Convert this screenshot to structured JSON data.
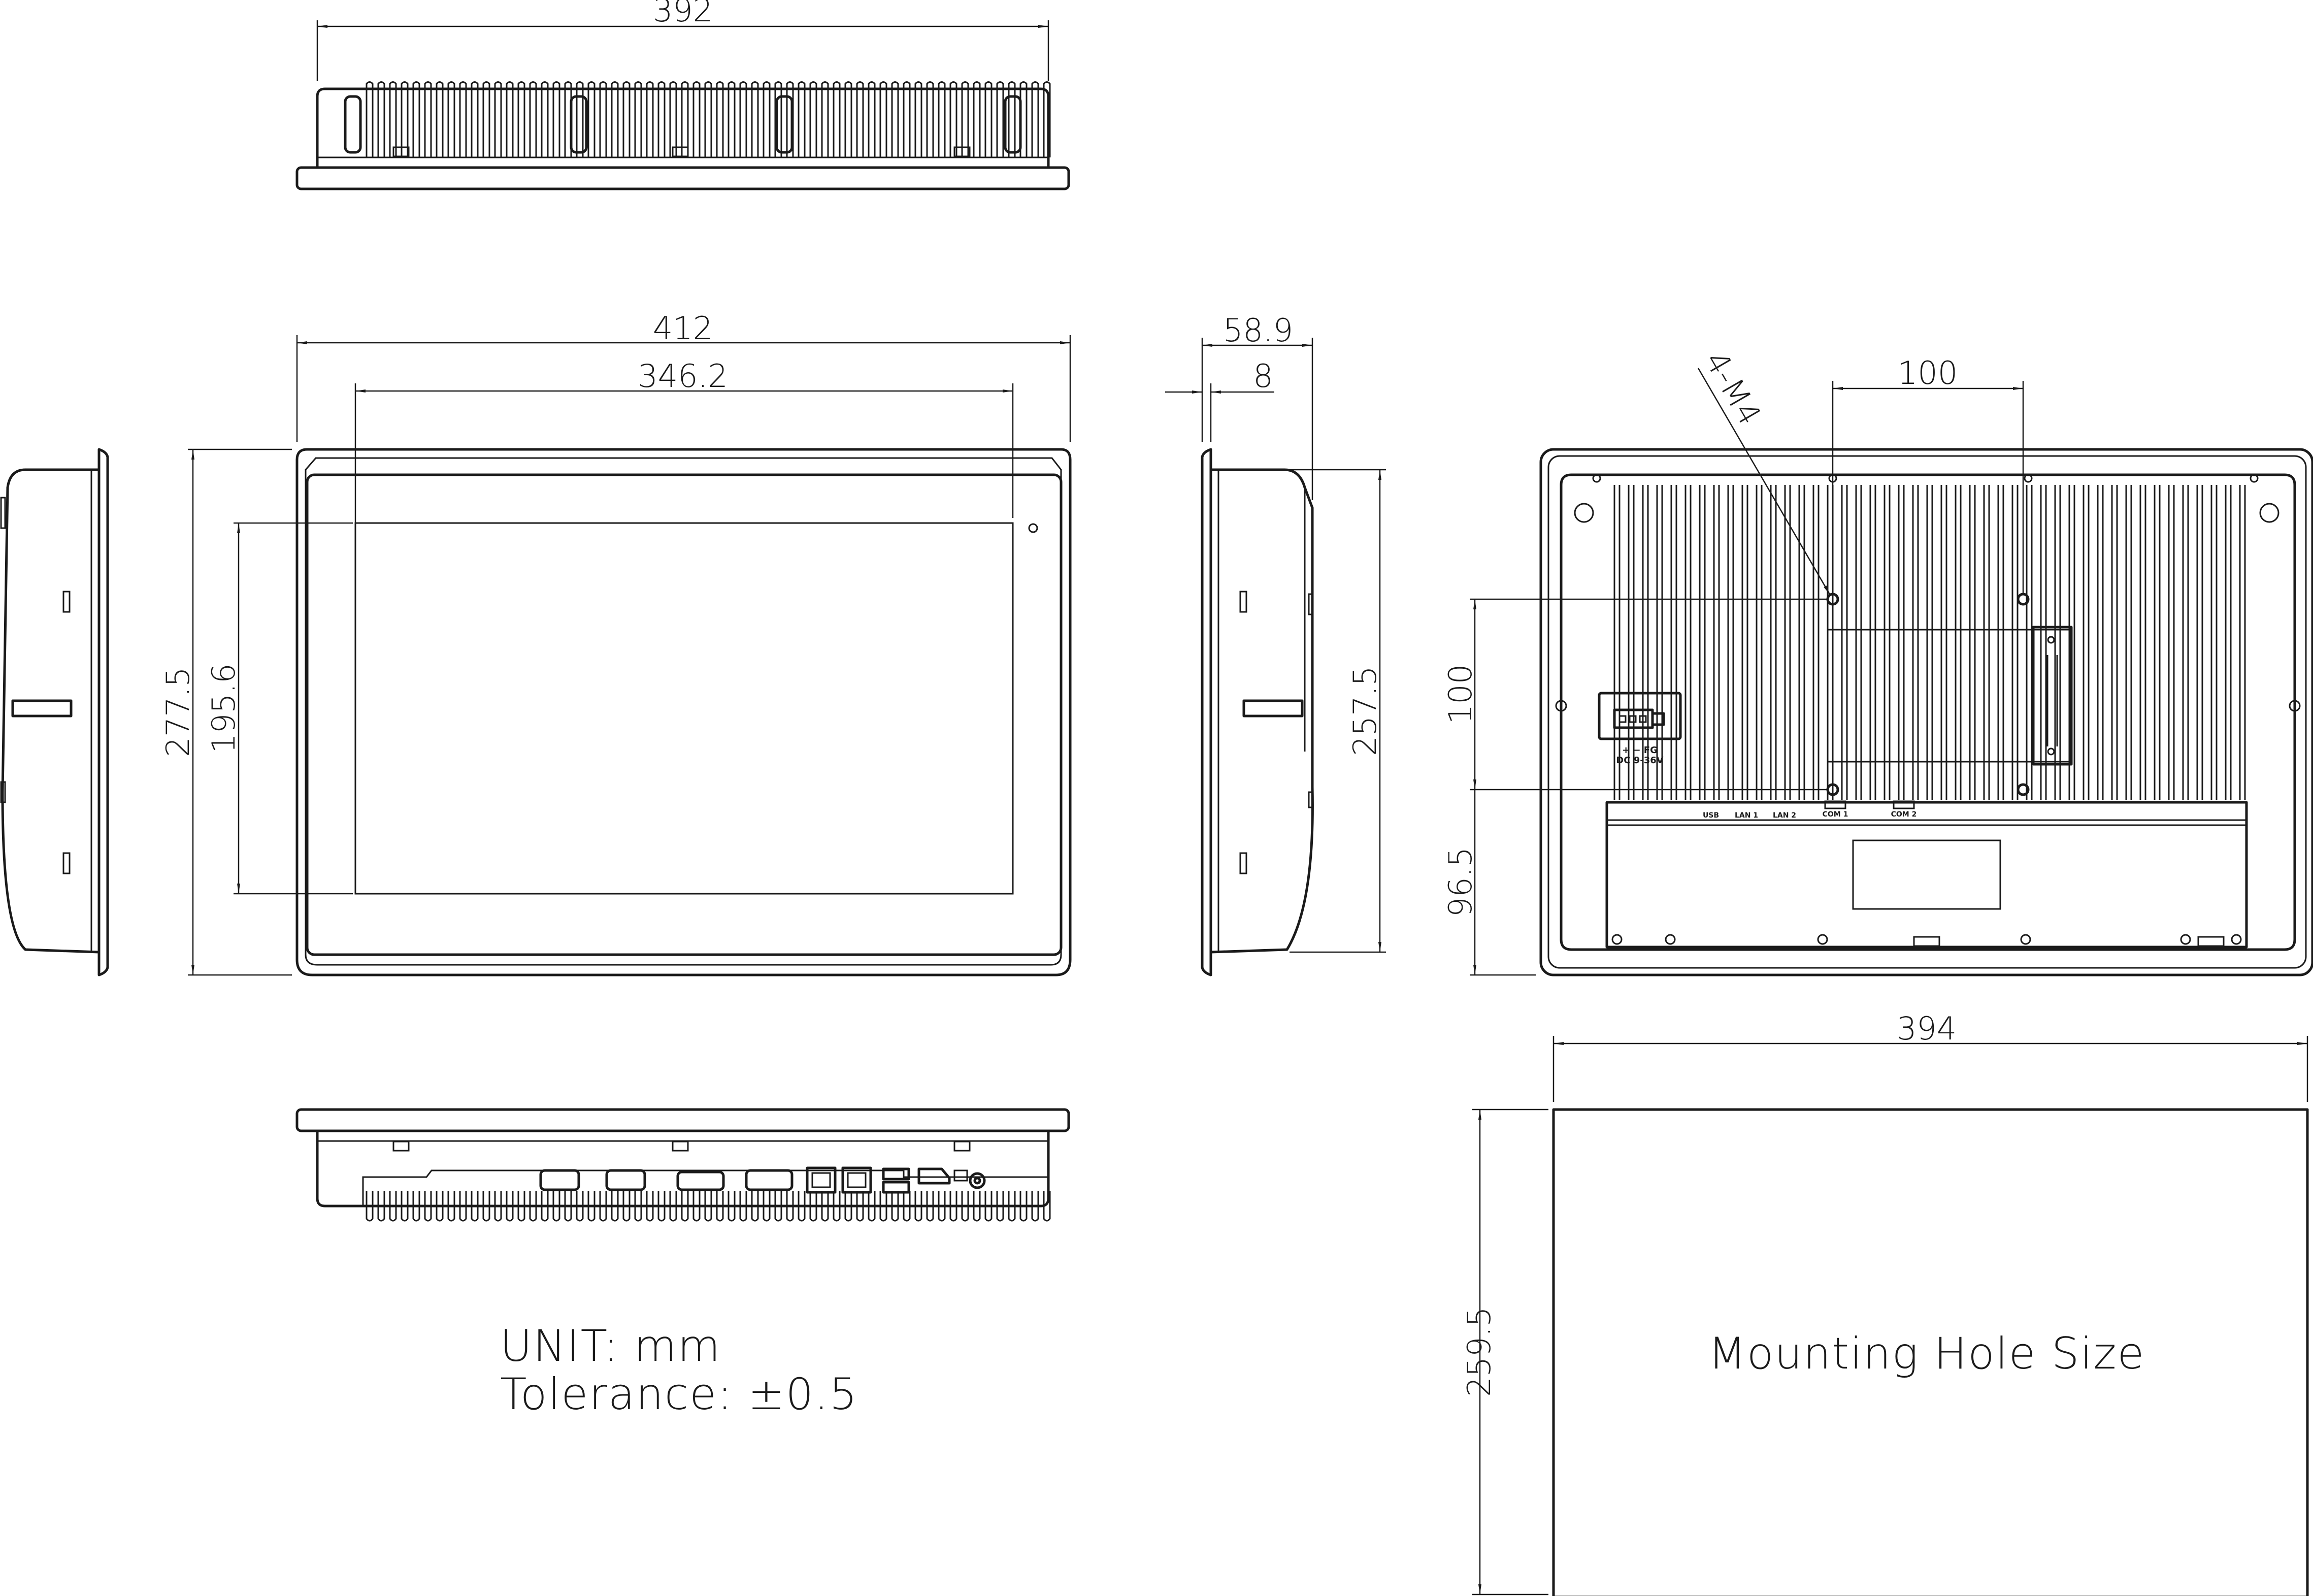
{
  "dimensions": {
    "top_width": "392",
    "front_width": "412",
    "screen_width": "346.2",
    "front_height": "277.5",
    "screen_height": "195.6",
    "depth": "58.9",
    "bezel_depth": "8",
    "side_height": "257.5",
    "vesa_h": "100",
    "vesa_v": "100",
    "vesa_bottom": "96.5",
    "screw_spec": "4-M4",
    "cutout_width": "394",
    "cutout_height": "259.5"
  },
  "labels": {
    "cutout_label": "Mounting Hole Size",
    "unit": "UNIT: mm",
    "tolerance": "Tolerance: ±0.5",
    "power_polarity": "+ − FG",
    "power_voltage": "DC 9-36V",
    "port_usb": "USB",
    "port_lan1": "LAN 1",
    "port_lan2": "LAN 2",
    "port_com1": "COM 1",
    "port_com2": "COM 2"
  }
}
